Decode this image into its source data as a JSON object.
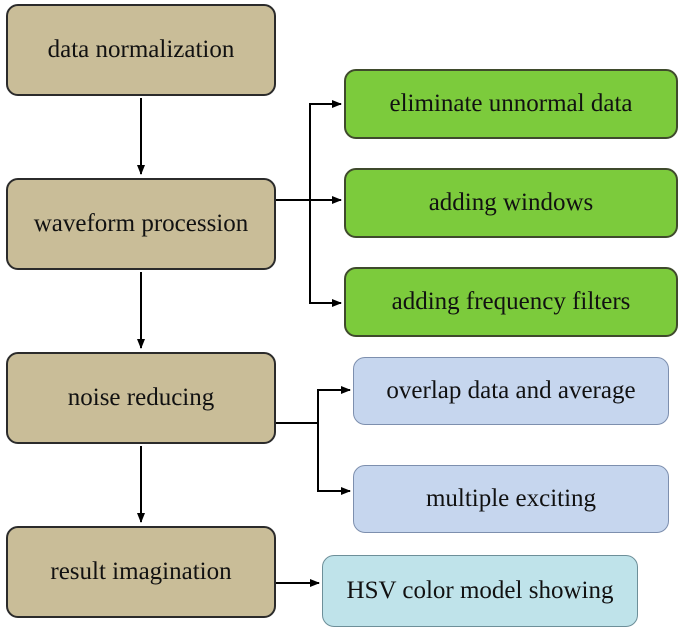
{
  "steps": [
    {
      "label": "data normalization"
    },
    {
      "label": "waveform procession"
    },
    {
      "label": "noise reducing"
    },
    {
      "label": "result imagination"
    }
  ],
  "waveform_substeps": [
    {
      "label": "eliminate unnormal data"
    },
    {
      "label": "adding windows"
    },
    {
      "label": "adding frequency filters"
    }
  ],
  "noise_substeps": [
    {
      "label": "overlap data and average"
    },
    {
      "label": "multiple exciting"
    }
  ],
  "result_substep": {
    "label": "HSV color model showing"
  },
  "colors": {
    "step_fill": "#c9bd98",
    "waveform_fill": "#7ccb3c",
    "noise_fill": "#c6d6ee",
    "result_fill": "#bfe3ea",
    "connector": "#000000"
  }
}
